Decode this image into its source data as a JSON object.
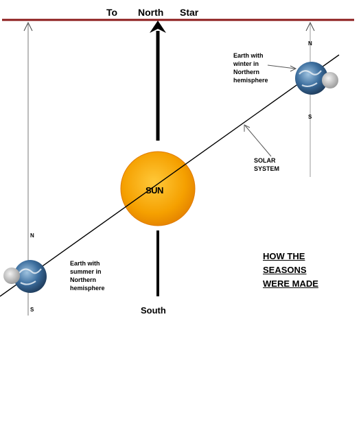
{
  "diagram": {
    "title_top": {
      "to": "To",
      "north": "North",
      "star": "Star"
    },
    "sun_label": "SUN",
    "south_label": "South",
    "caption_lines": [
      "HOW THE",
      "SEASONS",
      "WERE MADE"
    ],
    "solar_system_lines": [
      "SOLAR",
      "SYSTEM"
    ],
    "summer_earth_lines": [
      "Earth with",
      "summer in",
      "Northern",
      "hemisphere"
    ],
    "winter_earth_lines": [
      "Earth with",
      "winter in",
      "Northern",
      "hemisphere"
    ],
    "left_axis": {
      "north": "N",
      "south": "S"
    },
    "right_axis": {
      "north": "N",
      "south": "S"
    },
    "colors": {
      "top_line": "#8b1a1a",
      "sun_fill": "#f5a000",
      "sun_edge": "#e07a00",
      "earth_blue": "#2f5f8f",
      "moon_grey": "#bdbdbd"
    }
  }
}
